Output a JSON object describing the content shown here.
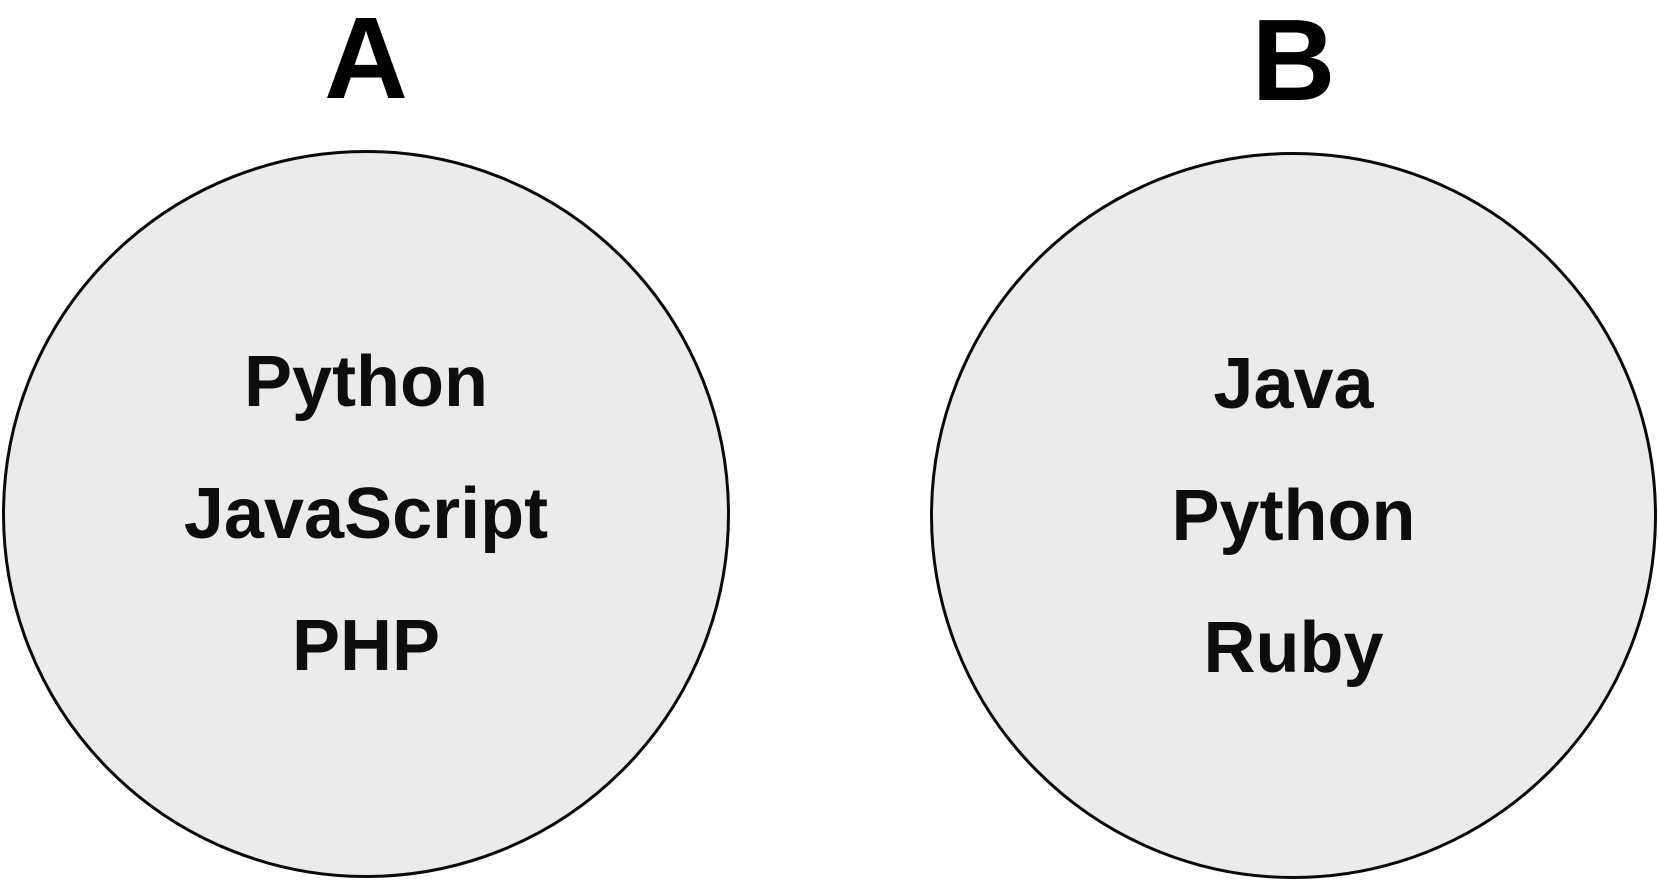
{
  "diagram": {
    "type": "set-diagram",
    "sets": [
      {
        "label": "A",
        "items": [
          "Python",
          "JavaScript",
          "PHP"
        ]
      },
      {
        "label": "B",
        "items": [
          "Java",
          "Python",
          "Ruby"
        ]
      }
    ]
  },
  "colors": {
    "background": "#ffffff",
    "circle_fill": "#ebebeb",
    "circle_stroke": "#0a0a0a",
    "text": "#0d0d0d",
    "label_text": "#000000"
  }
}
